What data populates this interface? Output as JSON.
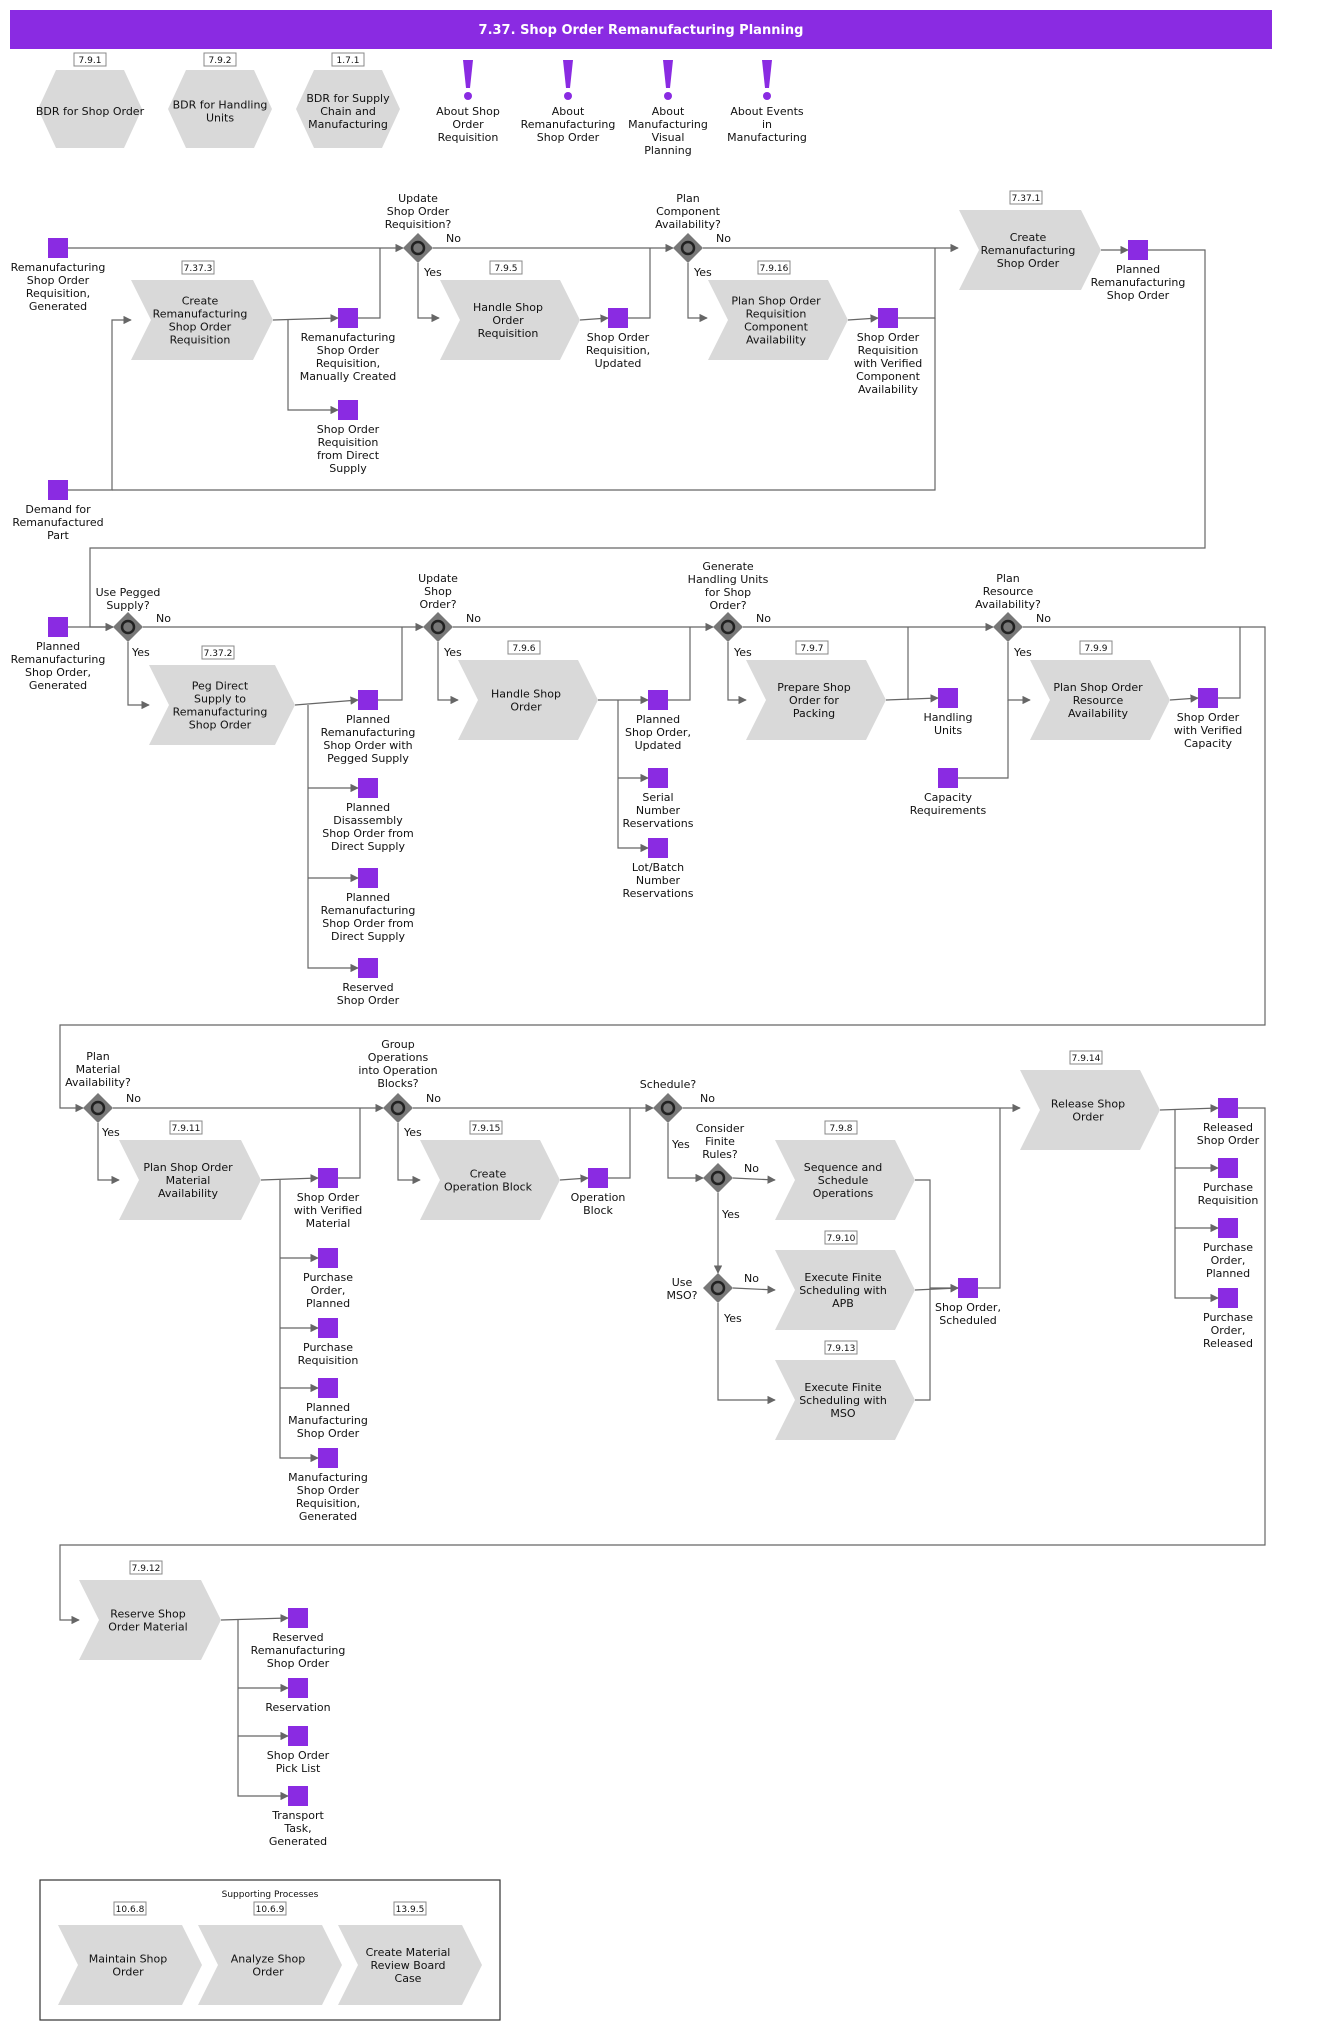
{
  "title": "7.37. Shop Order Remanufacturing Planning",
  "colors": {
    "accent": "#8a2be2",
    "event": "#8a2be2",
    "process": "#d9d9d9",
    "line": "#666666",
    "gateway": "#777777"
  },
  "top_refs": [
    {
      "id": "7.9.1",
      "label": [
        "BDR for Shop Order"
      ]
    },
    {
      "id": "7.9.2",
      "label": [
        "BDR for Handling",
        "Units"
      ]
    },
    {
      "id": "1.7.1",
      "label": [
        "BDR for Supply",
        "Chain and",
        "Manufacturing"
      ]
    }
  ],
  "notes": [
    {
      "label": [
        "About Shop",
        "Order",
        "Requisition"
      ]
    },
    {
      "label": [
        "About",
        "Remanufacturing",
        "Shop Order"
      ]
    },
    {
      "label": [
        "About",
        "Manufacturing",
        "Visual",
        "Planning"
      ]
    },
    {
      "label": [
        "About Events",
        "in",
        "Manufacturing"
      ]
    }
  ],
  "processes": [
    {
      "key": "p7373",
      "id": "7.37.3",
      "label": [
        "Create",
        "Remanufacturing",
        "Shop Order",
        "Requisition"
      ]
    },
    {
      "key": "p795",
      "id": "7.9.5",
      "label": [
        "Handle Shop",
        "Order",
        "Requisition"
      ]
    },
    {
      "key": "p7916",
      "id": "7.9.16",
      "label": [
        "Plan Shop Order",
        "Requisition",
        "Component",
        "Availability"
      ]
    },
    {
      "key": "p7371",
      "id": "7.37.1",
      "label": [
        "Create",
        "Remanufacturing",
        "Shop Order"
      ]
    },
    {
      "key": "p7372",
      "id": "7.37.2",
      "label": [
        "Peg Direct",
        "Supply to",
        "Remanufacturing",
        "Shop Order"
      ]
    },
    {
      "key": "p796",
      "id": "7.9.6",
      "label": [
        "Handle Shop",
        "Order"
      ]
    },
    {
      "key": "p797",
      "id": "7.9.7",
      "label": [
        "Prepare Shop",
        "Order for",
        "Packing"
      ]
    },
    {
      "key": "p799",
      "id": "7.9.9",
      "label": [
        "Plan Shop Order",
        "Resource",
        "Availability"
      ]
    },
    {
      "key": "p7911",
      "id": "7.9.11",
      "label": [
        "Plan Shop Order",
        "Material",
        "Availability"
      ]
    },
    {
      "key": "p7915",
      "id": "7.9.15",
      "label": [
        "Create",
        "Operation Block"
      ]
    },
    {
      "key": "p798",
      "id": "7.9.8",
      "label": [
        "Sequence and",
        "Schedule",
        "Operations"
      ]
    },
    {
      "key": "p7910",
      "id": "7.9.10",
      "label": [
        "Execute Finite",
        "Scheduling with",
        "APB"
      ]
    },
    {
      "key": "p7913",
      "id": "7.9.13",
      "label": [
        "Execute Finite",
        "Scheduling with",
        "MSO"
      ]
    },
    {
      "key": "p7914",
      "id": "7.9.14",
      "label": [
        "Release Shop",
        "Order"
      ]
    },
    {
      "key": "p7912",
      "id": "7.9.12",
      "label": [
        "Reserve Shop",
        "Order Material"
      ]
    }
  ],
  "events": [
    {
      "key": "e1",
      "label": [
        "Remanufacturing",
        "Shop Order",
        "Requisition,",
        "Generated"
      ]
    },
    {
      "key": "e2",
      "label": [
        "Remanufacturing",
        "Shop Order",
        "Requisition,",
        "Manually Created"
      ]
    },
    {
      "key": "e3",
      "label": [
        "Shop Order",
        "Requisition",
        "from Direct",
        "Supply"
      ]
    },
    {
      "key": "e4",
      "label": [
        "Demand for",
        "Remanufactured",
        "Part"
      ]
    },
    {
      "key": "e5",
      "label": [
        "Shop Order",
        "Requisition,",
        "Updated"
      ]
    },
    {
      "key": "e6",
      "label": [
        "Shop Order",
        "Requisition",
        "with Verified",
        "Component",
        "Availability"
      ]
    },
    {
      "key": "e7",
      "label": [
        "Planned",
        "Remanufacturing",
        "Shop Order"
      ]
    },
    {
      "key": "e8",
      "label": [
        "Planned",
        "Remanufacturing",
        "Shop Order,",
        "Generated"
      ]
    },
    {
      "key": "e9",
      "label": [
        "Planned",
        "Remanufacturing",
        "Shop Order with",
        "Pegged Supply"
      ]
    },
    {
      "key": "e10",
      "label": [
        "Planned",
        "Disassembly",
        "Shop Order from",
        "Direct Supply"
      ]
    },
    {
      "key": "e11",
      "label": [
        "Planned",
        "Remanufacturing",
        "Shop Order from",
        "Direct Supply"
      ]
    },
    {
      "key": "e12",
      "label": [
        "Reserved",
        "Shop Order"
      ]
    },
    {
      "key": "e13",
      "label": [
        "Planned",
        "Shop Order,",
        "Updated"
      ]
    },
    {
      "key": "e14",
      "label": [
        "Serial",
        "Number",
        "Reservations"
      ]
    },
    {
      "key": "e15",
      "label": [
        "Lot/Batch",
        "Number",
        "Reservations"
      ]
    },
    {
      "key": "e16",
      "label": [
        "Handling",
        "Units"
      ]
    },
    {
      "key": "e17",
      "label": [
        "Capacity",
        "Requirements"
      ]
    },
    {
      "key": "e18",
      "label": [
        "Shop Order",
        "with Verified",
        "Capacity"
      ]
    },
    {
      "key": "e19",
      "label": [
        "Shop Order",
        "with Verified",
        "Material"
      ]
    },
    {
      "key": "e20",
      "label": [
        "Purchase",
        "Order,",
        "Planned"
      ]
    },
    {
      "key": "e21",
      "label": [
        "Purchase",
        "Requisition"
      ]
    },
    {
      "key": "e22",
      "label": [
        "Planned",
        "Manufacturing",
        "Shop Order"
      ]
    },
    {
      "key": "e23",
      "label": [
        "Manufacturing",
        "Shop Order",
        "Requisition,",
        "Generated"
      ]
    },
    {
      "key": "e24",
      "label": [
        "Operation",
        "Block"
      ]
    },
    {
      "key": "e25",
      "label": [
        "Shop Order,",
        "Scheduled"
      ]
    },
    {
      "key": "e26",
      "label": [
        "Released",
        "Shop Order"
      ]
    },
    {
      "key": "e27",
      "label": [
        "Purchase",
        "Requisition"
      ]
    },
    {
      "key": "e28",
      "label": [
        "Purchase",
        "Order,",
        "Planned"
      ]
    },
    {
      "key": "e29",
      "label": [
        "Purchase",
        "Order,",
        "Released"
      ]
    },
    {
      "key": "e30",
      "label": [
        "Reserved",
        "Remanufacturing",
        "Shop Order"
      ]
    },
    {
      "key": "e31",
      "label": [
        "Reservation"
      ]
    },
    {
      "key": "e32",
      "label": [
        "Shop Order",
        "Pick List"
      ]
    },
    {
      "key": "e33",
      "label": [
        "Transport",
        "Task,",
        "Generated"
      ]
    }
  ],
  "gateways": [
    {
      "key": "g1",
      "label": [
        "Update",
        "Shop Order",
        "Requisition?"
      ]
    },
    {
      "key": "g2",
      "label": [
        "Plan",
        "Component",
        "Availability?"
      ]
    },
    {
      "key": "g3",
      "label": [
        "Use Pegged",
        "Supply?"
      ]
    },
    {
      "key": "g4",
      "label": [
        "Update",
        "Shop",
        "Order?"
      ]
    },
    {
      "key": "g5",
      "label": [
        "Generate",
        "Handling Units",
        "for Shop",
        "Order?"
      ]
    },
    {
      "key": "g6",
      "label": [
        "Plan",
        "Resource",
        "Availability?"
      ]
    },
    {
      "key": "g7",
      "label": [
        "Plan",
        "Material",
        "Availability?"
      ]
    },
    {
      "key": "g8",
      "label": [
        "Group",
        "Operations",
        "into Operation",
        "Blocks?"
      ]
    },
    {
      "key": "g9",
      "label": [
        "Schedule?"
      ]
    },
    {
      "key": "g10",
      "label": [
        "Consider",
        "Finite",
        "Rules?"
      ]
    },
    {
      "key": "g11",
      "label": [
        "Use",
        "MSO?"
      ]
    }
  ],
  "branch_labels": {
    "yes": "Yes",
    "no": "No"
  },
  "supporting": {
    "title": "Supporting Processes",
    "items": [
      {
        "id": "10.6.8",
        "label": [
          "Maintain Shop",
          "Order"
        ]
      },
      {
        "id": "10.6.9",
        "label": [
          "Analyze Shop",
          "Order"
        ]
      },
      {
        "id": "13.9.5",
        "label": [
          "Create Material",
          "Review Board",
          "Case"
        ]
      }
    ]
  }
}
